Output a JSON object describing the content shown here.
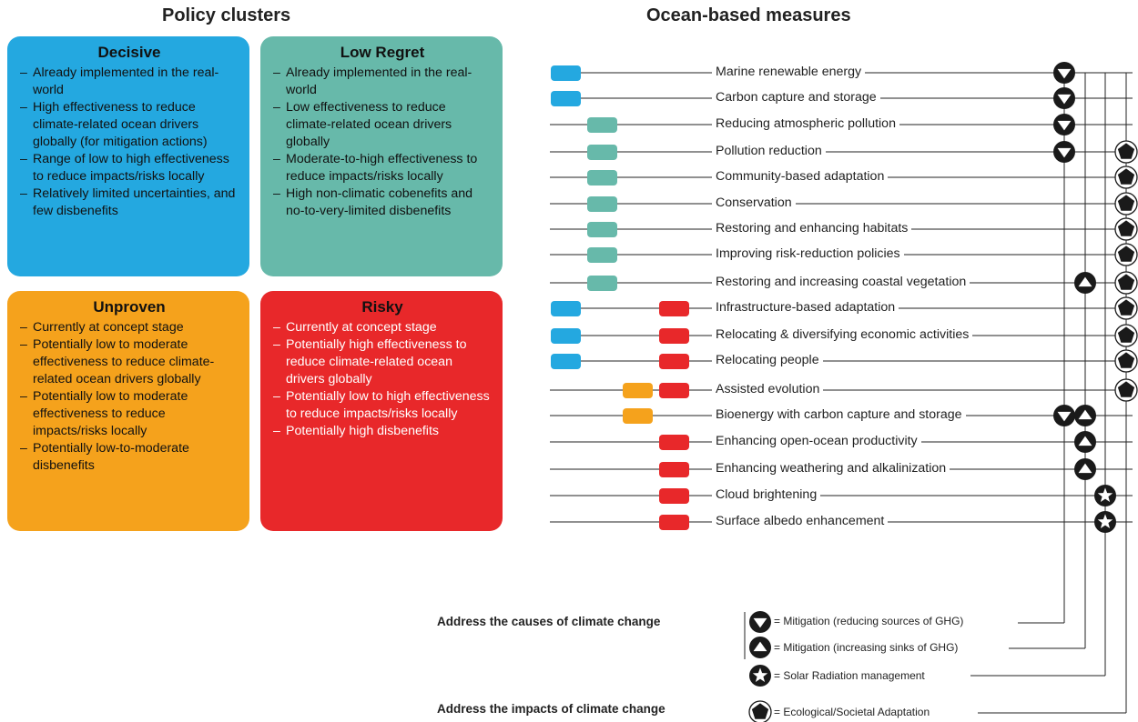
{
  "headings": {
    "policy_clusters": "Policy clusters",
    "ocean_measures": "Ocean-based measures"
  },
  "clusters": [
    {
      "title": "Decisive",
      "color": "#24a8e0",
      "items": [
        "Already implemented in the real-world",
        "High effectiveness to reduce climate-related ocean drivers globally (for mitigation actions)",
        "Range of low to high effectiveness to reduce impacts/risks locally",
        "Relatively limited uncertainties, and few disbenefits"
      ]
    },
    {
      "title": "Low Regret",
      "color": "#67b9aa",
      "items": [
        "Already implemented in the real-world",
        "Low effectiveness to reduce climate-related ocean drivers globally",
        "Moderate-to-high effectiveness to reduce impacts/risks locally",
        "High non-climatic cobenefits and no-to-very-limited disbenefits"
      ]
    },
    {
      "title": "Unproven",
      "color": "#f5a21c",
      "items": [
        "Currently at concept stage",
        "Potentially low to moderate effectiveness to reduce climate-related ocean drivers globally",
        "Potentially low to moderate effectiveness to reduce impacts/risks locally",
        "Potentially low-to-moderate disbenefits"
      ]
    },
    {
      "title": "Risky",
      "color": "#e8282a",
      "items": [
        "Currently at concept stage",
        "Potentially high effectiveness to reduce climate-related ocean drivers globally",
        "Potentially low to high effectiveness to reduce impacts/risks locally",
        "Potentially high disbenefits"
      ]
    }
  ],
  "measures": [
    {
      "label": "Marine renewable energy",
      "clusters": [
        "decisive"
      ],
      "types": [
        "mit_sources"
      ]
    },
    {
      "label": "Carbon capture and storage",
      "clusters": [
        "decisive"
      ],
      "types": [
        "mit_sources"
      ]
    },
    {
      "label": "Reducing atmospheric pollution",
      "clusters": [
        "lowregret"
      ],
      "types": [
        "mit_sources"
      ]
    },
    {
      "label": "Pollution reduction",
      "clusters": [
        "lowregret"
      ],
      "types": [
        "mit_sources",
        "adaptation"
      ]
    },
    {
      "label": "Community-based adaptation",
      "clusters": [
        "lowregret"
      ],
      "types": [
        "adaptation"
      ]
    },
    {
      "label": "Conservation",
      "clusters": [
        "lowregret"
      ],
      "types": [
        "adaptation"
      ]
    },
    {
      "label": "Restoring and enhancing habitats",
      "clusters": [
        "lowregret"
      ],
      "types": [
        "adaptation"
      ]
    },
    {
      "label": "Improving risk-reduction policies",
      "clusters": [
        "lowregret"
      ],
      "types": [
        "adaptation"
      ]
    },
    {
      "label": "Restoring and increasing coastal vegetation",
      "clusters": [
        "lowregret"
      ],
      "types": [
        "mit_sinks",
        "adaptation"
      ]
    },
    {
      "label": "Infrastructure-based adaptation",
      "clusters": [
        "decisive",
        "risky"
      ],
      "types": [
        "adaptation"
      ]
    },
    {
      "label": "Relocating & diversifying economic activities",
      "clusters": [
        "decisive",
        "risky"
      ],
      "types": [
        "adaptation"
      ]
    },
    {
      "label": "Relocating people",
      "clusters": [
        "decisive",
        "risky"
      ],
      "types": [
        "adaptation"
      ]
    },
    {
      "label": "Assisted evolution",
      "clusters": [
        "unproven",
        "risky"
      ],
      "types": [
        "adaptation"
      ]
    },
    {
      "label": "Bioenergy with carbon capture and storage",
      "clusters": [
        "unproven"
      ],
      "types": [
        "mit_sources",
        "mit_sinks"
      ]
    },
    {
      "label": "Enhancing open-ocean productivity",
      "clusters": [
        "risky"
      ],
      "types": [
        "mit_sinks"
      ]
    },
    {
      "label": "Enhancing weathering and alkalinization",
      "clusters": [
        "risky"
      ],
      "types": [
        "mit_sinks"
      ]
    },
    {
      "label": "Cloud brightening",
      "clusters": [
        "risky"
      ],
      "types": [
        "srm"
      ]
    },
    {
      "label": "Surface albedo enhancement",
      "clusters": [
        "risky"
      ],
      "types": [
        "srm"
      ]
    }
  ],
  "legend": {
    "causes_label": "Address the causes of climate change",
    "impacts_label": "Address the impacts of climate change",
    "mit_sources": "= Mitigation (reducing sources of GHG)",
    "mit_sinks": "= Mitigation (increasing sinks of GHG)",
    "srm": "= Solar Radiation management",
    "adaptation": "= Ecological/Societal Adaptation"
  },
  "icons": {
    "mit_sources": "down-triangle-icon",
    "mit_sinks": "up-triangle-icon",
    "srm": "star-icon",
    "adaptation": "pentagon-icon"
  },
  "colors": {
    "decisive": "#24a8e0",
    "lowregret": "#67b9aa",
    "unproven": "#f5a21c",
    "risky": "#e8282a"
  }
}
